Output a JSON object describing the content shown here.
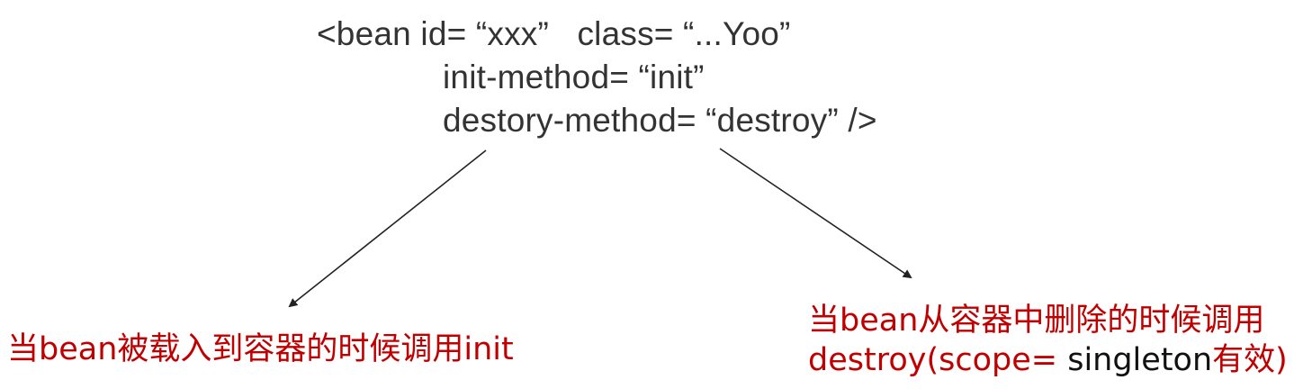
{
  "code": {
    "line1": "<bean id= “xxx”   class= “...Yoo”",
    "line2": "init-method= “init”",
    "line3": "destory-method= “destroy” />"
  },
  "notes": {
    "left": "当bean被载入到容器的时候调用init",
    "right_line1": "当bean从容器中删除的时候调用",
    "right_line2_prefix": "destroy(scope= ",
    "right_line2_mid": "singleton",
    "right_line2_suffix": "有效)"
  },
  "colors": {
    "code": "#333333",
    "note": "#c00000",
    "highlight": "#111111",
    "arrow": "#222222"
  }
}
